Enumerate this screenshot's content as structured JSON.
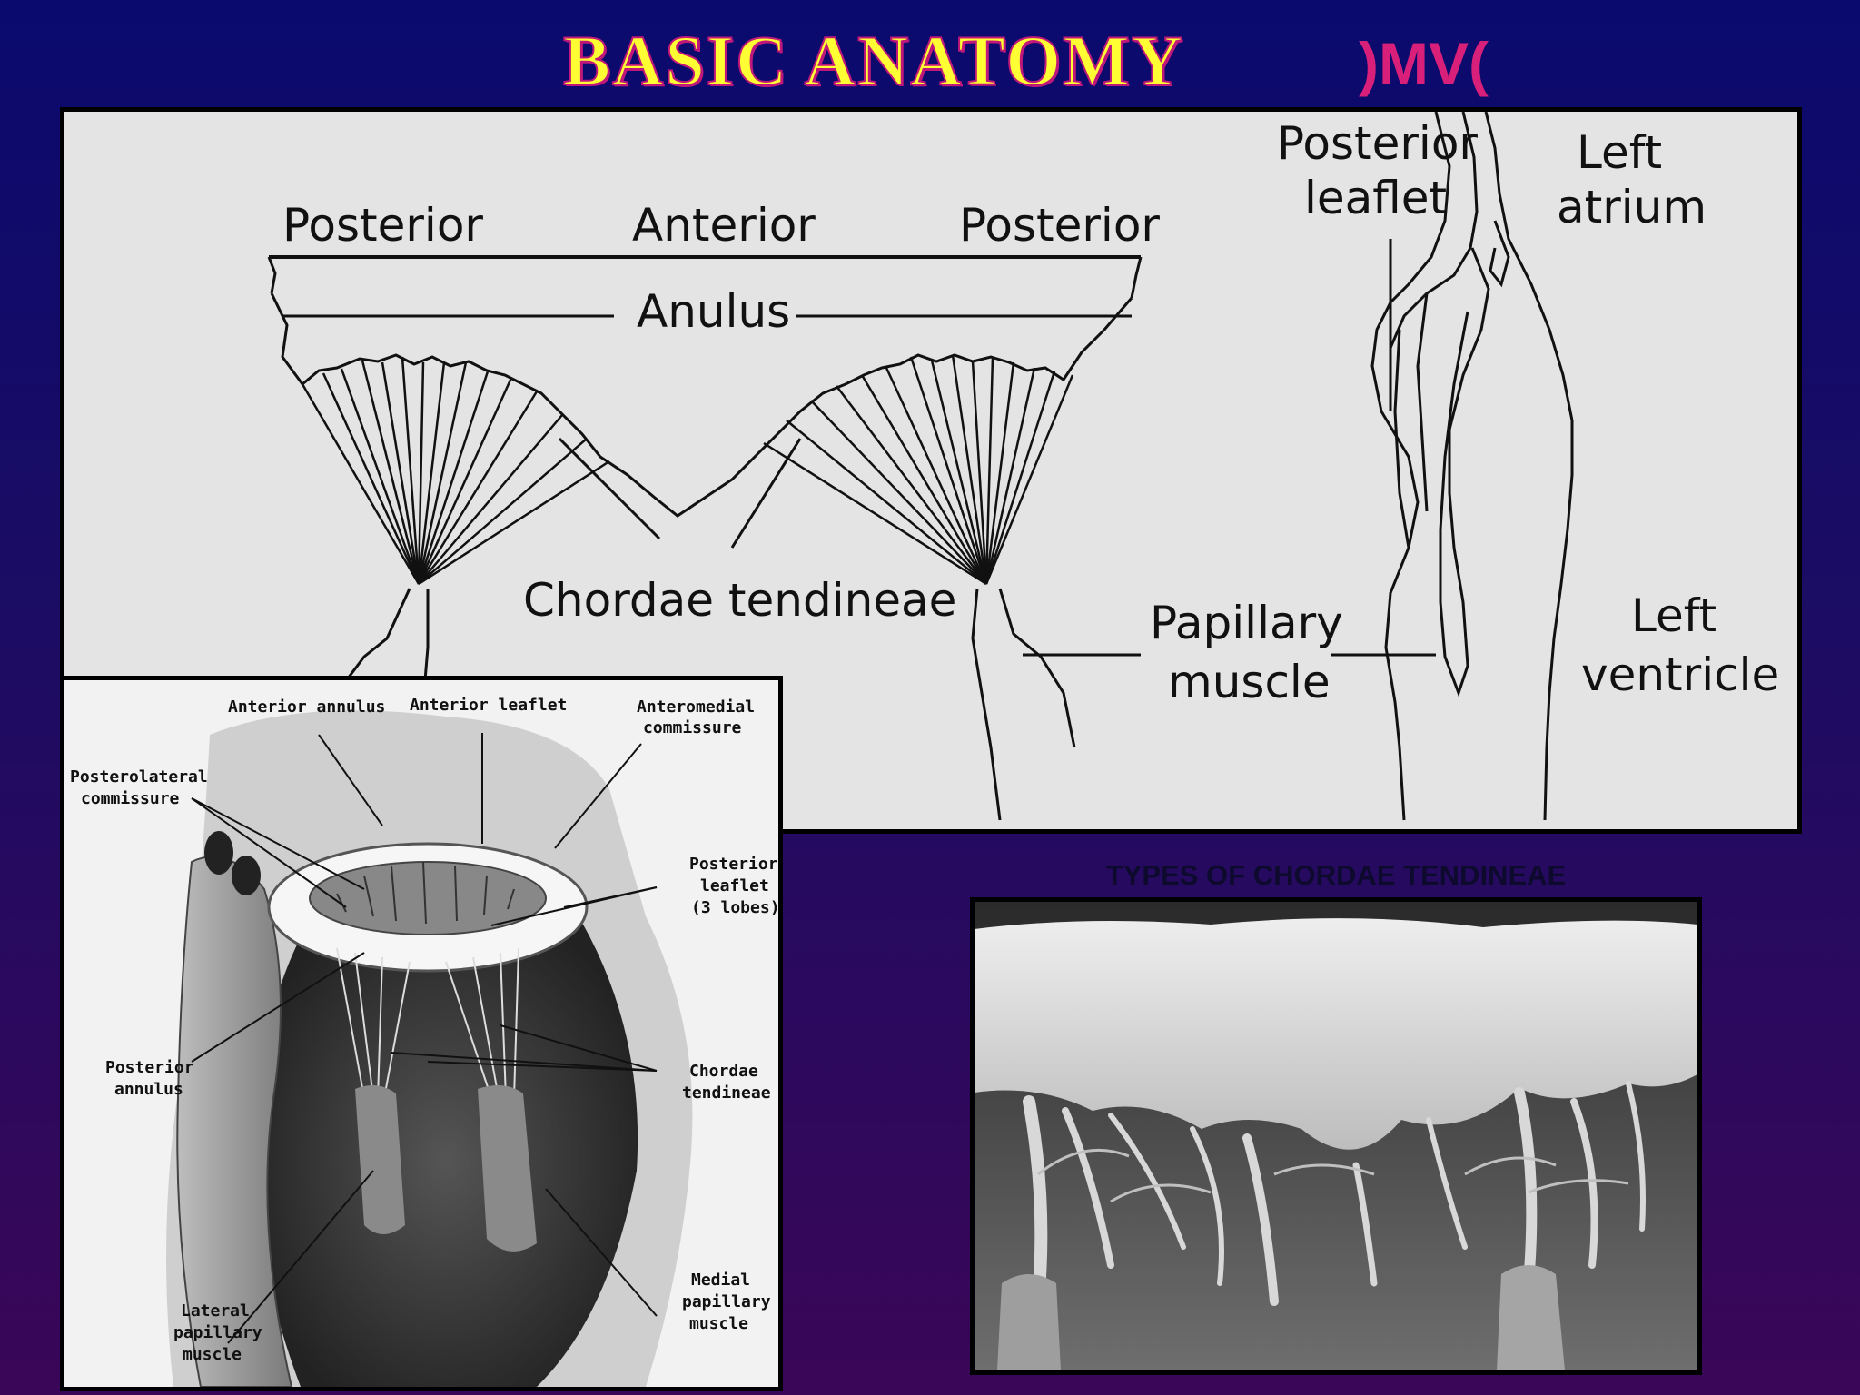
{
  "title": "BASIC ANATOMY",
  "title_suffix": ")MV(",
  "top_diagram": {
    "labels": {
      "posterior_left": "Posterior",
      "anterior": "Anterior",
      "posterior_right": "Posterior",
      "anulus": "Anulus",
      "chordae": "Chordae tendineae",
      "papillary_1": "Papillary",
      "papillary_2": "muscle",
      "posterior_leaflet_1": "Posterior",
      "posterior_leaflet_2": "leaflet",
      "left_atrium_1": "Left",
      "left_atrium_2": "atrium",
      "left_ventricle_1": "Left",
      "left_ventricle_2": "ventricle"
    }
  },
  "left_diagram": {
    "labels": {
      "anterior_annulus": "Anterior annulus",
      "anterior_leaflet": "Anterior leaflet",
      "anteromedial_1": "Anteromedial",
      "anteromedial_2": "commissure",
      "posterolateral_1": "Posterolateral",
      "posterolateral_2": "commissure",
      "posterior_leaflet_1": "Posterior",
      "posterior_leaflet_2": "leaflet",
      "posterior_leaflet_3": "(3 lobes)",
      "posterior_annulus_1": "Posterior",
      "posterior_annulus_2": "annulus",
      "chordae_1": "Chordae",
      "chordae_2": "tendineae",
      "lateral_pap_1": "Lateral",
      "lateral_pap_2": "papillary",
      "lateral_pap_3": "muscle",
      "medial_pap_1": "Medial",
      "medial_pap_2": "papillary",
      "medial_pap_3": "muscle"
    }
  },
  "photo_caption": "TYPES OF CHORDAE TENDINEAE"
}
